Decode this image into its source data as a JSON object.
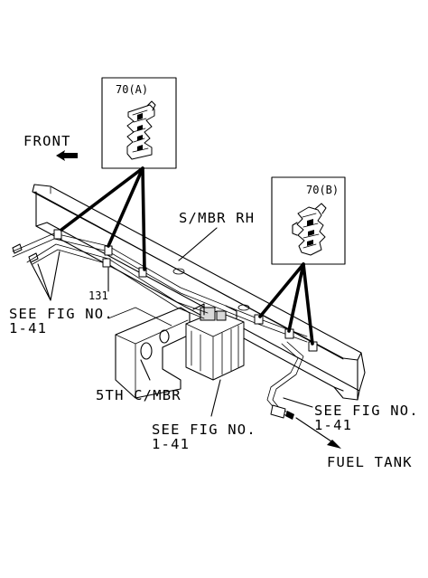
{
  "labels": {
    "front": "FRONT",
    "clip_a": "70(A)",
    "clip_b": "70(B)",
    "side_member": "S/MBR RH",
    "part_131": "131",
    "see_fig_left_1": "SEE FIG NO.",
    "see_fig_left_2": "1-41",
    "cross_member": "5TH C/MBR",
    "see_fig_center_1": "SEE FIG NO.",
    "see_fig_center_2": "1-41",
    "see_fig_right_1": "SEE FIG NO.",
    "see_fig_right_2": "1-41",
    "fuel_tank": "FUEL TANK"
  },
  "icons": {
    "front_arrow": "front-direction-arrow-icon",
    "fuel_tank_arrow": "fuel-tank-direction-arrow-icon"
  },
  "colors": {
    "line": "#000000",
    "background": "#ffffff"
  }
}
